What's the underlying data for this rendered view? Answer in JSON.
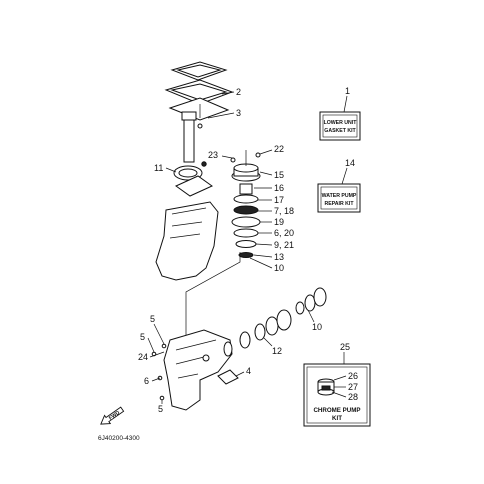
{
  "callouts": {
    "c1": "1",
    "c2": "2",
    "c3": "3",
    "c11": "11",
    "c22": "22",
    "c23": "23",
    "c15": "15",
    "c16": "16",
    "c17": "17",
    "c7_18": "7, 18",
    "c19": "19",
    "c6_20": "6, 20",
    "c9_21": "9, 21",
    "c13": "13",
    "c10a": "10",
    "c14": "14",
    "c10b": "10",
    "c12": "12",
    "c5a": "5",
    "c5b": "5",
    "c24": "24",
    "c6": "6",
    "c4": "4",
    "c5c": "5",
    "c25": "25",
    "c26": "26",
    "c27": "27",
    "c28": "28"
  },
  "kits": {
    "lower_unit_line1": "LOWER UNIT",
    "lower_unit_line2": "GASKET KIT",
    "water_pump_line1": "WATER PUMP",
    "water_pump_line2": "REPAIR KIT",
    "chrome_pump_line1": "CHROME PUMP",
    "chrome_pump_line2": "KIT"
  },
  "fwd_label": "FWD",
  "figure_code": "6J40200-4300"
}
